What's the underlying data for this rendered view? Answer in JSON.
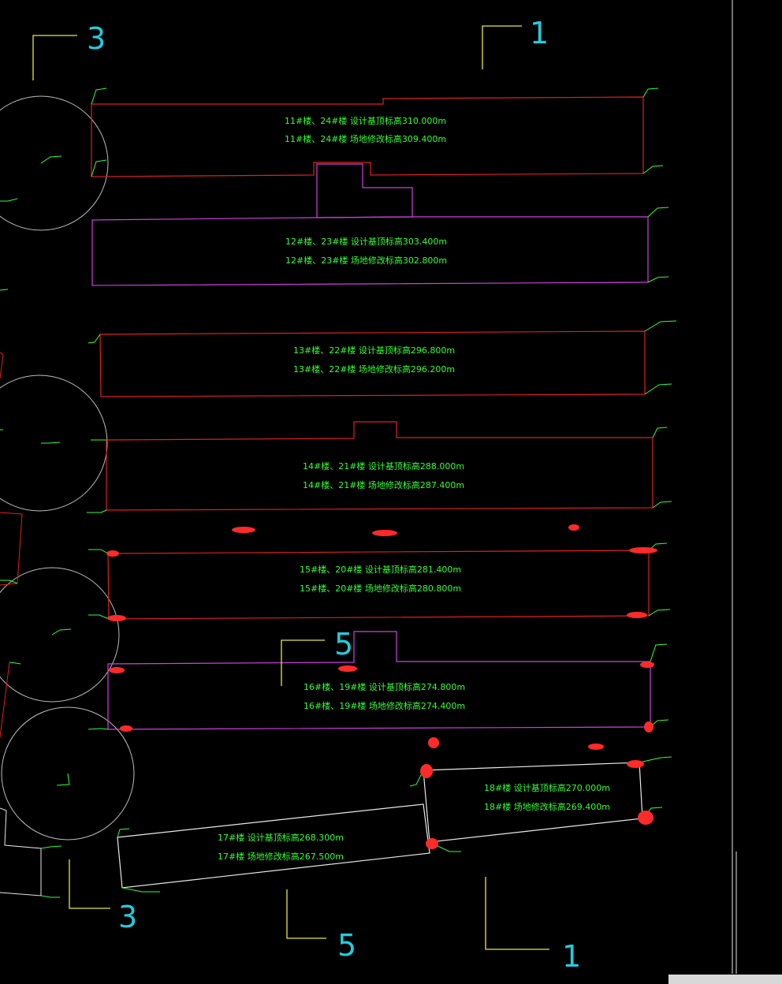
{
  "colors": {
    "background": "#000000",
    "red_outline": "#e02020",
    "magenta_outline": "#d040e0",
    "white_outline": "#e8e8e8",
    "label_green": "#33ff33",
    "section_cyan": "#22ccdd",
    "section_yellow": "#e8e840",
    "circle_gray": "#bbbbbb",
    "markup_red": "#ff2a2a"
  },
  "sections": {
    "s3_top": "3",
    "s1_top": "1",
    "s5_mid": "5",
    "s3_bottom": "3",
    "s5_bottom": "5",
    "s1_bottom": "1"
  },
  "buildings": [
    {
      "id": "b11",
      "design": "11#楼、24#楼 设计基顶标高310.000m",
      "ground": "11#楼、24#楼 场地修改标高309.400m"
    },
    {
      "id": "b12",
      "design": "12#楼、23#楼 设计基顶标高303.400m",
      "ground": "12#楼、23#楼 场地修改标高302.800m"
    },
    {
      "id": "b13",
      "design": "13#楼、22#楼 设计基顶标高296.800m",
      "ground": "13#楼、22#楼 场地修改标高296.200m"
    },
    {
      "id": "b14",
      "design": "14#楼、21#楼 设计基顶标高288.000m",
      "ground": "14#楼、21#楼 场地修改标高287.400m"
    },
    {
      "id": "b15",
      "design": "15#楼、20#楼 设计基顶标高281.400m",
      "ground": "15#楼、20#楼 场地修改标高280.800m"
    },
    {
      "id": "b16",
      "design": "16#楼、19#楼 设计基顶标高274.800m",
      "ground": "16#楼、19#楼 场地修改标高274.400m"
    },
    {
      "id": "b18",
      "design": "18#楼 设计基顶标高270.000m",
      "ground": "18#楼 场地修改标高269.400m"
    },
    {
      "id": "b17",
      "design": "17#楼 设计基顶标高268.300m",
      "ground": "17#楼 场地修改标高267.500m"
    }
  ]
}
